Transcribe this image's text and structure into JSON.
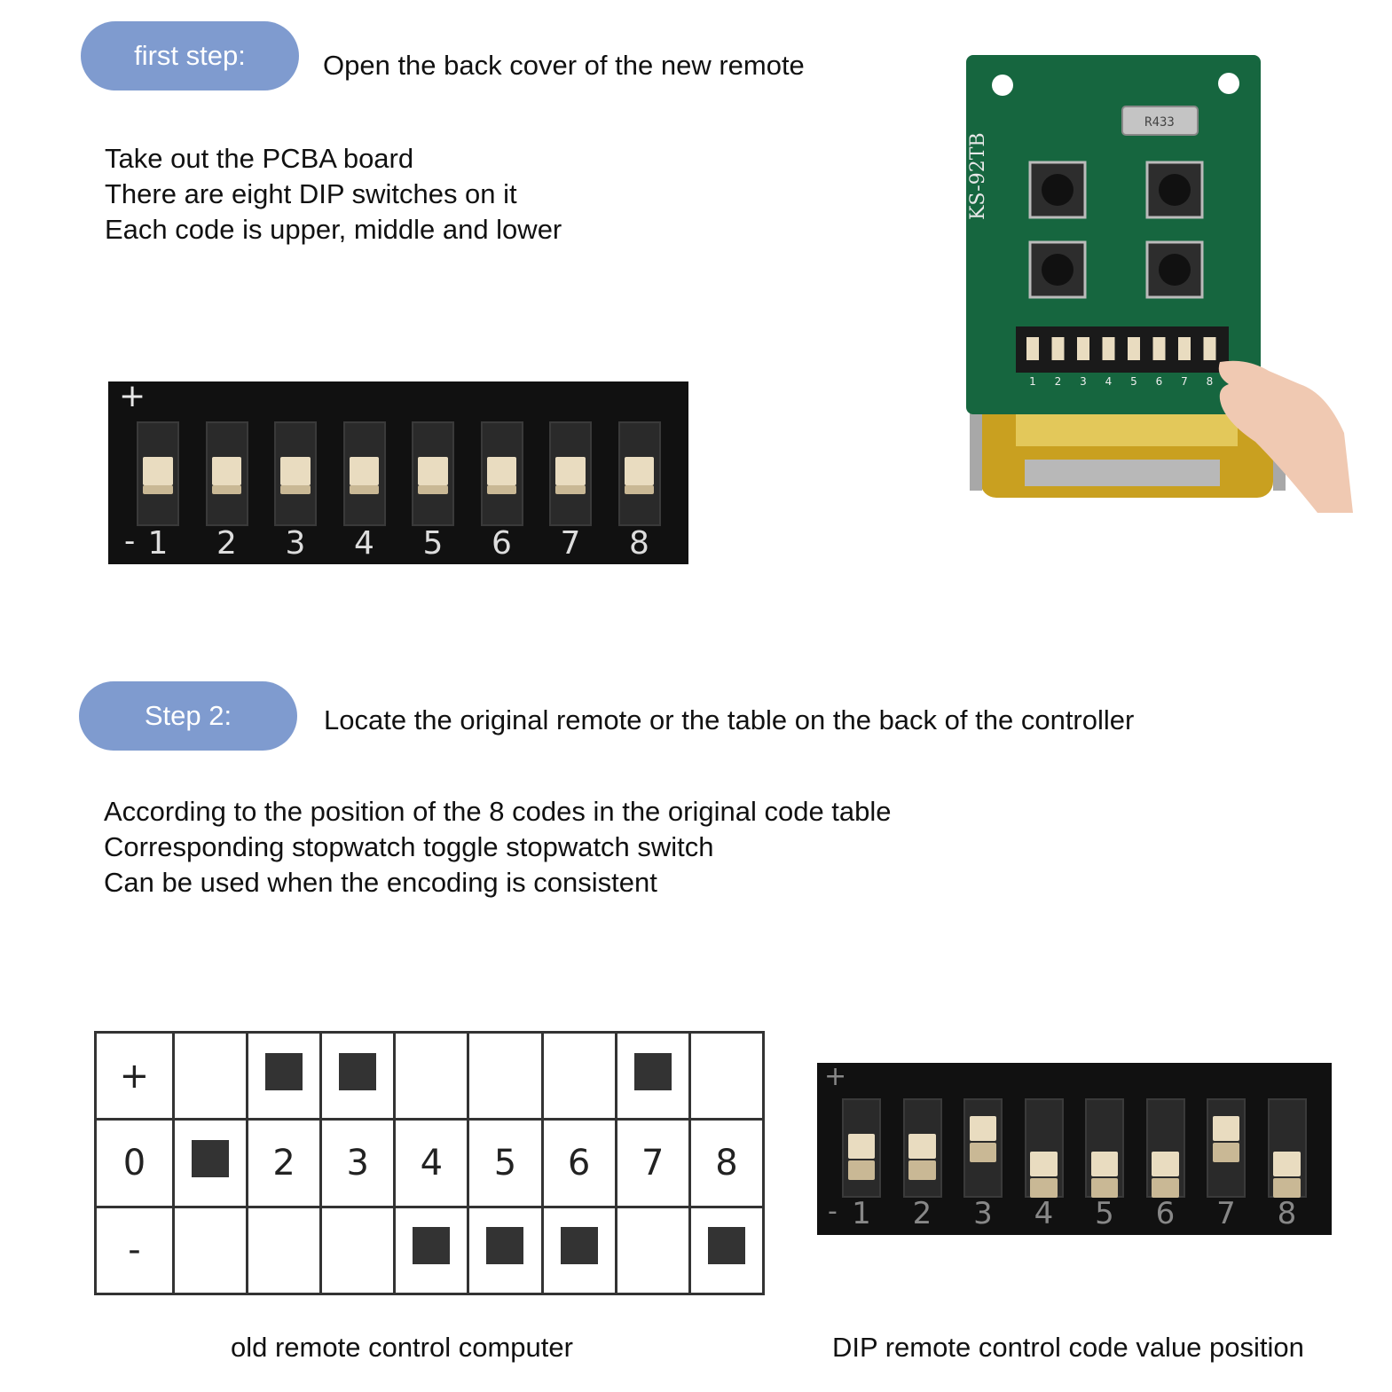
{
  "step1": {
    "badge": "first step:",
    "heading": "Open the back cover of the new remote",
    "lines": [
      "Take out the PCBA board",
      "There are eight DIP switches on it",
      "Each code is upper, middle and lower"
    ]
  },
  "step2": {
    "badge": "Step 2:",
    "heading": "Locate the original remote or the table on the back of the controller",
    "lines": [
      "According to the position of the 8 codes in the original code table",
      "Corresponding stopwatch toggle stopwatch switch",
      "Can be used when the encoding is consistent"
    ]
  },
  "dip_top": {
    "plus": "+",
    "minus": "-",
    "numbers": [
      "1",
      "2",
      "3",
      "4",
      "5",
      "6",
      "7",
      "8"
    ]
  },
  "pcb": {
    "model": "KS-92TB",
    "crystal": "R433",
    "numbers": [
      "1",
      "2",
      "3",
      "4",
      "5",
      "6",
      "7",
      "8"
    ]
  },
  "code_table": {
    "row_labels": [
      "+",
      "0",
      "-"
    ],
    "columns": [
      "1",
      "2",
      "3",
      "4",
      "5",
      "6",
      "7",
      "8"
    ],
    "positions": [
      "0",
      "+",
      "+",
      "-",
      "-",
      "-",
      "+",
      "-"
    ]
  },
  "dip_bottom": {
    "plus": "+",
    "minus": "-",
    "numbers": [
      "1",
      "2",
      "3",
      "4",
      "5",
      "6",
      "7",
      "8"
    ],
    "positions": [
      "0",
      "0",
      "+",
      "-",
      "-",
      "-",
      "+",
      "-"
    ]
  },
  "captions": {
    "left": "old remote control computer",
    "right": "DIP remote control code value position"
  }
}
